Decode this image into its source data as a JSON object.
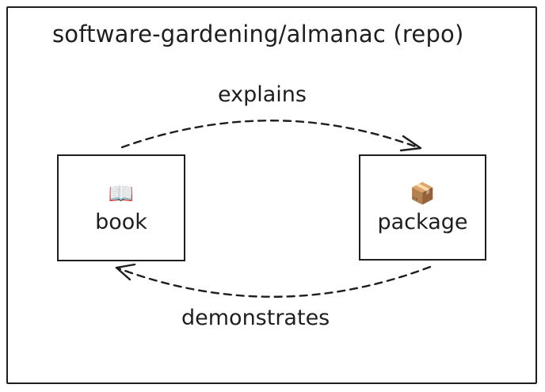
{
  "diagram": {
    "title": "software-gardening/almanac (repo)",
    "nodes": [
      {
        "id": "book",
        "label": "book",
        "icon": "open-book-icon",
        "glyph": "📖"
      },
      {
        "id": "package",
        "label": "package",
        "icon": "package-icon",
        "glyph": "📦"
      }
    ],
    "edges": [
      {
        "from": "book",
        "to": "package",
        "label": "explains",
        "style": "dashed"
      },
      {
        "from": "package",
        "to": "book",
        "label": "demonstrates",
        "style": "dashed"
      }
    ]
  },
  "colors": {
    "stroke": "#1e1e1e",
    "background": "#ffffff"
  }
}
